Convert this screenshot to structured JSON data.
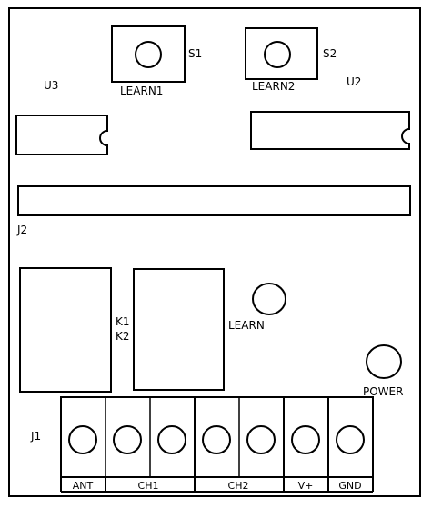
{
  "components": {
    "s1": {
      "designator": "S1",
      "name": "LEARN1"
    },
    "s2": {
      "designator": "S2",
      "name": "LEARN2"
    },
    "u3": {
      "designator": "U3"
    },
    "u2": {
      "designator": "U2"
    },
    "j2": {
      "designator": "J2"
    },
    "k1": {
      "designator": "K1"
    },
    "k2": {
      "designator": "K2"
    },
    "learn_led": {
      "label": "LEARN"
    },
    "power_led": {
      "label": "POWER"
    },
    "j1": {
      "designator": "J1",
      "labels": {
        "ant": "ANT",
        "ch1": "CH1",
        "ch2": "CH2",
        "vplus": "V+",
        "gnd": "GND"
      }
    }
  }
}
